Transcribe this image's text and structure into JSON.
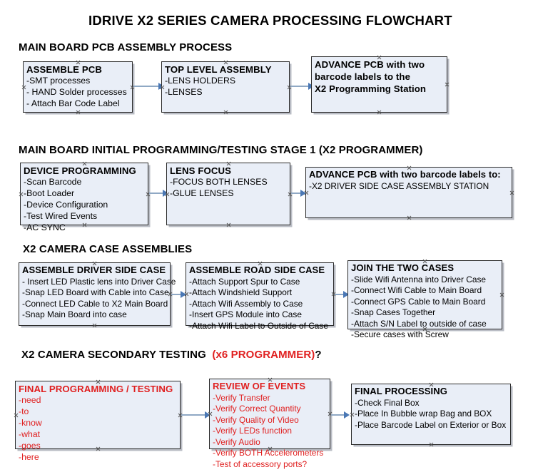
{
  "document": {
    "title": "IDRIVE X2  SERIES CAMERA PROCESSING FLOWCHART"
  },
  "colors": {
    "box_fill": "#e9eef7",
    "box_border": "#2b2b2b",
    "connector": "#8fa8c4",
    "arrowhead": "#4a78b5",
    "red_text": "#e02020",
    "black_text": "#000000"
  },
  "sections": [
    {
      "id": "main-board-pcb-assembly",
      "heading": "MAIN BOARD PCB ASSEMBLY PROCESS",
      "boxes": [
        {
          "id": "assemble-pcb",
          "head": "ASSEMBLE PCB",
          "lines": [
            "-SMT processes",
            "- HAND Solder processes",
            "- Attach Bar Code Label"
          ]
        },
        {
          "id": "top-level-assembly",
          "head": "TOP LEVEL ASSEMBLY",
          "lines": [
            "-LENS HOLDERS",
            "-LENSES"
          ]
        },
        {
          "id": "advance-pcb-x2-programming-station",
          "head": "ADVANCE PCB with two",
          "lines": [
            "barcode labels to the",
            " X2 Programming Station"
          ]
        }
      ]
    },
    {
      "id": "main-board-initial-programming",
      "heading": "MAIN BOARD INITIAL PROGRAMMING/TESTING STAGE 1 (X2 PROGRAMMER)",
      "boxes": [
        {
          "id": "device-programming",
          "head": "DEVICE PROGRAMMING",
          "lines": [
            "-Scan Barcode",
            "-Boot Loader",
            "-Device Configuration",
            "-Test Wired Events",
            "-AC SYNC"
          ]
        },
        {
          "id": "lens-focus",
          "head": "LENS FOCUS",
          "lines": [
            "-FOCUS BOTH LENSES",
            "-GLUE LENSES"
          ]
        },
        {
          "id": "advance-pcb-driver-side-case",
          "head": "ADVANCE PCB with two barcode labels to:",
          "lines": [
            "-X2 DRIVER  SIDE  CASE  ASSEMBLY STATION"
          ]
        }
      ]
    },
    {
      "id": "x2-camera-case-assemblies",
      "heading": "X2 CAMERA CASE ASSEMBLIES",
      "boxes": [
        {
          "id": "assemble-driver-side-case",
          "head": "ASSEMBLE DRIVER SIDE CASE",
          "lines": [
            "- Insert LED Plastic lens into Driver Case",
            "-Snap LED Board with Cable into Case",
            "-Connect LED Cable to X2 Main Board",
            "-Snap Main Board into case"
          ]
        },
        {
          "id": "assemble-road-side-case",
          "head": "ASSEMBLE ROAD SIDE CASE",
          "lines": [
            "-Attach Support Spur to Case",
            "-Attach Windshield Support",
            "-Attach Wifi Assembly to Case",
            "-Insert GPS Module into Case",
            "-Attach Wifi Label to Outside of Case"
          ]
        },
        {
          "id": "join-the-two-cases",
          "head": "JOIN THE TWO CASES",
          "lines": [
            "-Slide Wifi Antenna into Driver Case",
            "-Connect Wifi Cable to Main Board",
            "-Connect GPS Cable to Main Board",
            "-Snap Cases Together",
            "-Attach S/N Label to outside of case",
            "-Secure cases with Screw"
          ]
        }
      ]
    },
    {
      "id": "x2-camera-secondary-testing",
      "heading": "X2 CAMERA SECONDARY TESTING",
      "heading_red": "(x6 PROGRAMMER)",
      "heading_suffix": "?",
      "boxes": [
        {
          "id": "final-programming-testing",
          "head": "FINAL PROGRAMMING / TESTING",
          "lines": [
            "-need",
            "-to",
            "-know",
            "-what",
            "-goes",
            "-here"
          ]
        },
        {
          "id": "review-of-events",
          "head": "REVIEW OF EVENTS",
          "lines": [
            "-Verify Transfer",
            "-Verify Correct Quantity",
            "-Verify Quality of Video",
            "-Verify LEDs function",
            "-Verify Audio",
            "-Verify BOTH Accelerometers",
            "-Test of accessory ports?"
          ]
        },
        {
          "id": "final-processing",
          "head": "FINAL PROCESSING",
          "lines": [
            " -Check Final Box",
            "-Place In Bubble wrap Bag and BOX",
            "-Place Barcode Label on Exterior or Box"
          ]
        }
      ]
    }
  ]
}
